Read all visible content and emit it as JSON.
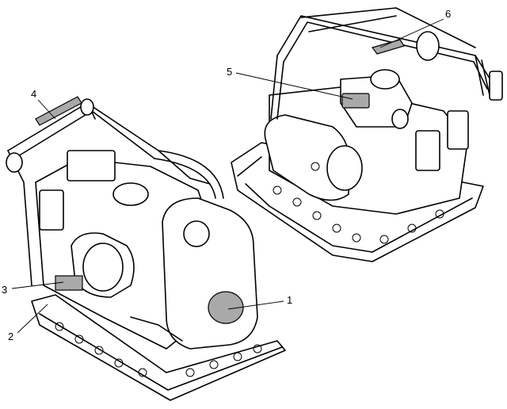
{
  "figure": {
    "callouts": [
      {
        "label": "1"
      },
      {
        "label": "2"
      },
      {
        "label": "3"
      },
      {
        "label": "4"
      },
      {
        "label": "5"
      },
      {
        "label": "6"
      }
    ],
    "colors": {
      "line": "#000000",
      "label_fill": "#a9a9a9",
      "background": "#ffffff"
    }
  }
}
